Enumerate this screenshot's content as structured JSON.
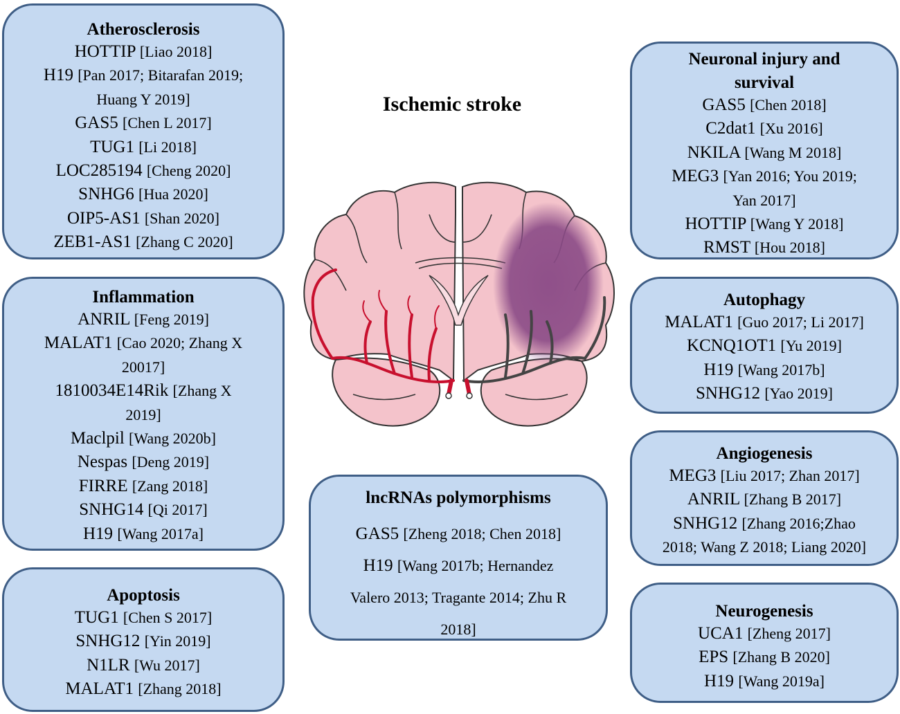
{
  "title": "Ischemic stroke",
  "boxes": {
    "atherosclerosis": {
      "heading": "Atherosclerosis",
      "lines": [
        {
          "gene": "HOTTIP",
          "ref": "[Liao 2018]"
        },
        {
          "gene": "H19",
          "ref": "[Pan 2017; Bitarafan 2019;"
        },
        {
          "gene": "",
          "ref": "Huang Y 2019]"
        },
        {
          "gene": "GAS5",
          "ref": "[Chen L 2017]"
        },
        {
          "gene": "TUG1",
          "ref": "[Li 2018]"
        },
        {
          "gene": "LOC285194",
          "ref": "[Cheng 2020]"
        },
        {
          "gene": "SNHG6",
          "ref": "[Hua 2020]"
        },
        {
          "gene": "OIP5-AS1",
          "ref": "[Shan 2020]"
        },
        {
          "gene": "ZEB1-AS1",
          "ref": "[Zhang C 2020]"
        }
      ]
    },
    "inflammation": {
      "heading": "Inflammation",
      "lines": [
        {
          "gene": "ANRIL",
          "ref": "[Feng 2019]"
        },
        {
          "gene": "MALAT1",
          "ref": "[Cao 2020; Zhang X"
        },
        {
          "gene": "",
          "ref": "20017]"
        },
        {
          "gene": "1810034E14Rik",
          "ref": "[Zhang X"
        },
        {
          "gene": "",
          "ref": "2019]"
        },
        {
          "gene": "Maclpil",
          "ref": "[Wang 2020b]"
        },
        {
          "gene": "Nespas",
          "ref": "[Deng 2019]"
        },
        {
          "gene": "FIRRE",
          "ref": "[Zang 2018]"
        },
        {
          "gene": "SNHG14",
          "ref": "[Qi 2017]"
        },
        {
          "gene": "H19",
          "ref": "[Wang 2017a]"
        }
      ]
    },
    "apoptosis": {
      "heading": "Apoptosis",
      "lines": [
        {
          "gene": "TUG1",
          "ref": "[Chen S 2017]"
        },
        {
          "gene": "SNHG12",
          "ref": "[Yin 2019]"
        },
        {
          "gene": "N1LR",
          "ref": "[Wu 2017]"
        },
        {
          "gene": "MALAT1",
          "ref": "[Zhang 2018]"
        }
      ]
    },
    "polymorphisms": {
      "heading": "lncRNAs polymorphisms",
      "lines": [
        {
          "gene": "GAS5",
          "ref": "[Zheng 2018; Chen 2018]"
        },
        {
          "gene": "H19",
          "ref": "[Wang 2017b; Hernandez"
        },
        {
          "gene": "",
          "ref": "Valero 2013; Tragante 2014; Zhu R"
        },
        {
          "gene": "",
          "ref": "2018]"
        }
      ]
    },
    "neuronal": {
      "heading_line1": "Neuronal injury and",
      "heading_line2": "survival",
      "lines": [
        {
          "gene": "GAS5",
          "ref": "[Chen 2018]"
        },
        {
          "gene": "C2dat1",
          "ref": "[Xu 2016]"
        },
        {
          "gene": "NKILA",
          "ref": "[Wang M 2018]"
        },
        {
          "gene": "MEG3",
          "ref": "[Yan 2016; You 2019;"
        },
        {
          "gene": "",
          "ref": "Yan 2017]"
        },
        {
          "gene": "HOTTIP",
          "ref": "[Wang Y 2018]"
        },
        {
          "gene": "RMST",
          "ref": "[Hou 2018]"
        }
      ]
    },
    "autophagy": {
      "heading": "Autophagy",
      "lines": [
        {
          "gene": "MALAT1",
          "ref": "[Guo 2017; Li 2017]"
        },
        {
          "gene": "KCNQ1OT1",
          "ref": "[Yu 2019]"
        },
        {
          "gene": "H19",
          "ref": "[Wang 2017b]"
        },
        {
          "gene": "SNHG12",
          "ref": "[Yao 2019]"
        }
      ]
    },
    "angiogenesis": {
      "heading": "Angiogenesis",
      "lines": [
        {
          "gene": "MEG3",
          "ref": "[Liu 2017; Zhan 2017]"
        },
        {
          "gene": "ANRIL",
          "ref": "[Zhang B 2017]"
        },
        {
          "gene": "SNHG12",
          "ref": "[Zhang 2016;Zhao"
        },
        {
          "gene": "",
          "ref": "2018; Wang Z 2018; Liang 2020]"
        }
      ]
    },
    "neurogenesis": {
      "heading": "Neurogenesis",
      "lines": [
        {
          "gene": "UCA1",
          "ref": "[Zheng 2017]"
        },
        {
          "gene": "EPS",
          "ref": "[Zhang B 2020]"
        },
        {
          "gene": "H19",
          "ref": "[Wang 2019a]"
        }
      ]
    }
  }
}
